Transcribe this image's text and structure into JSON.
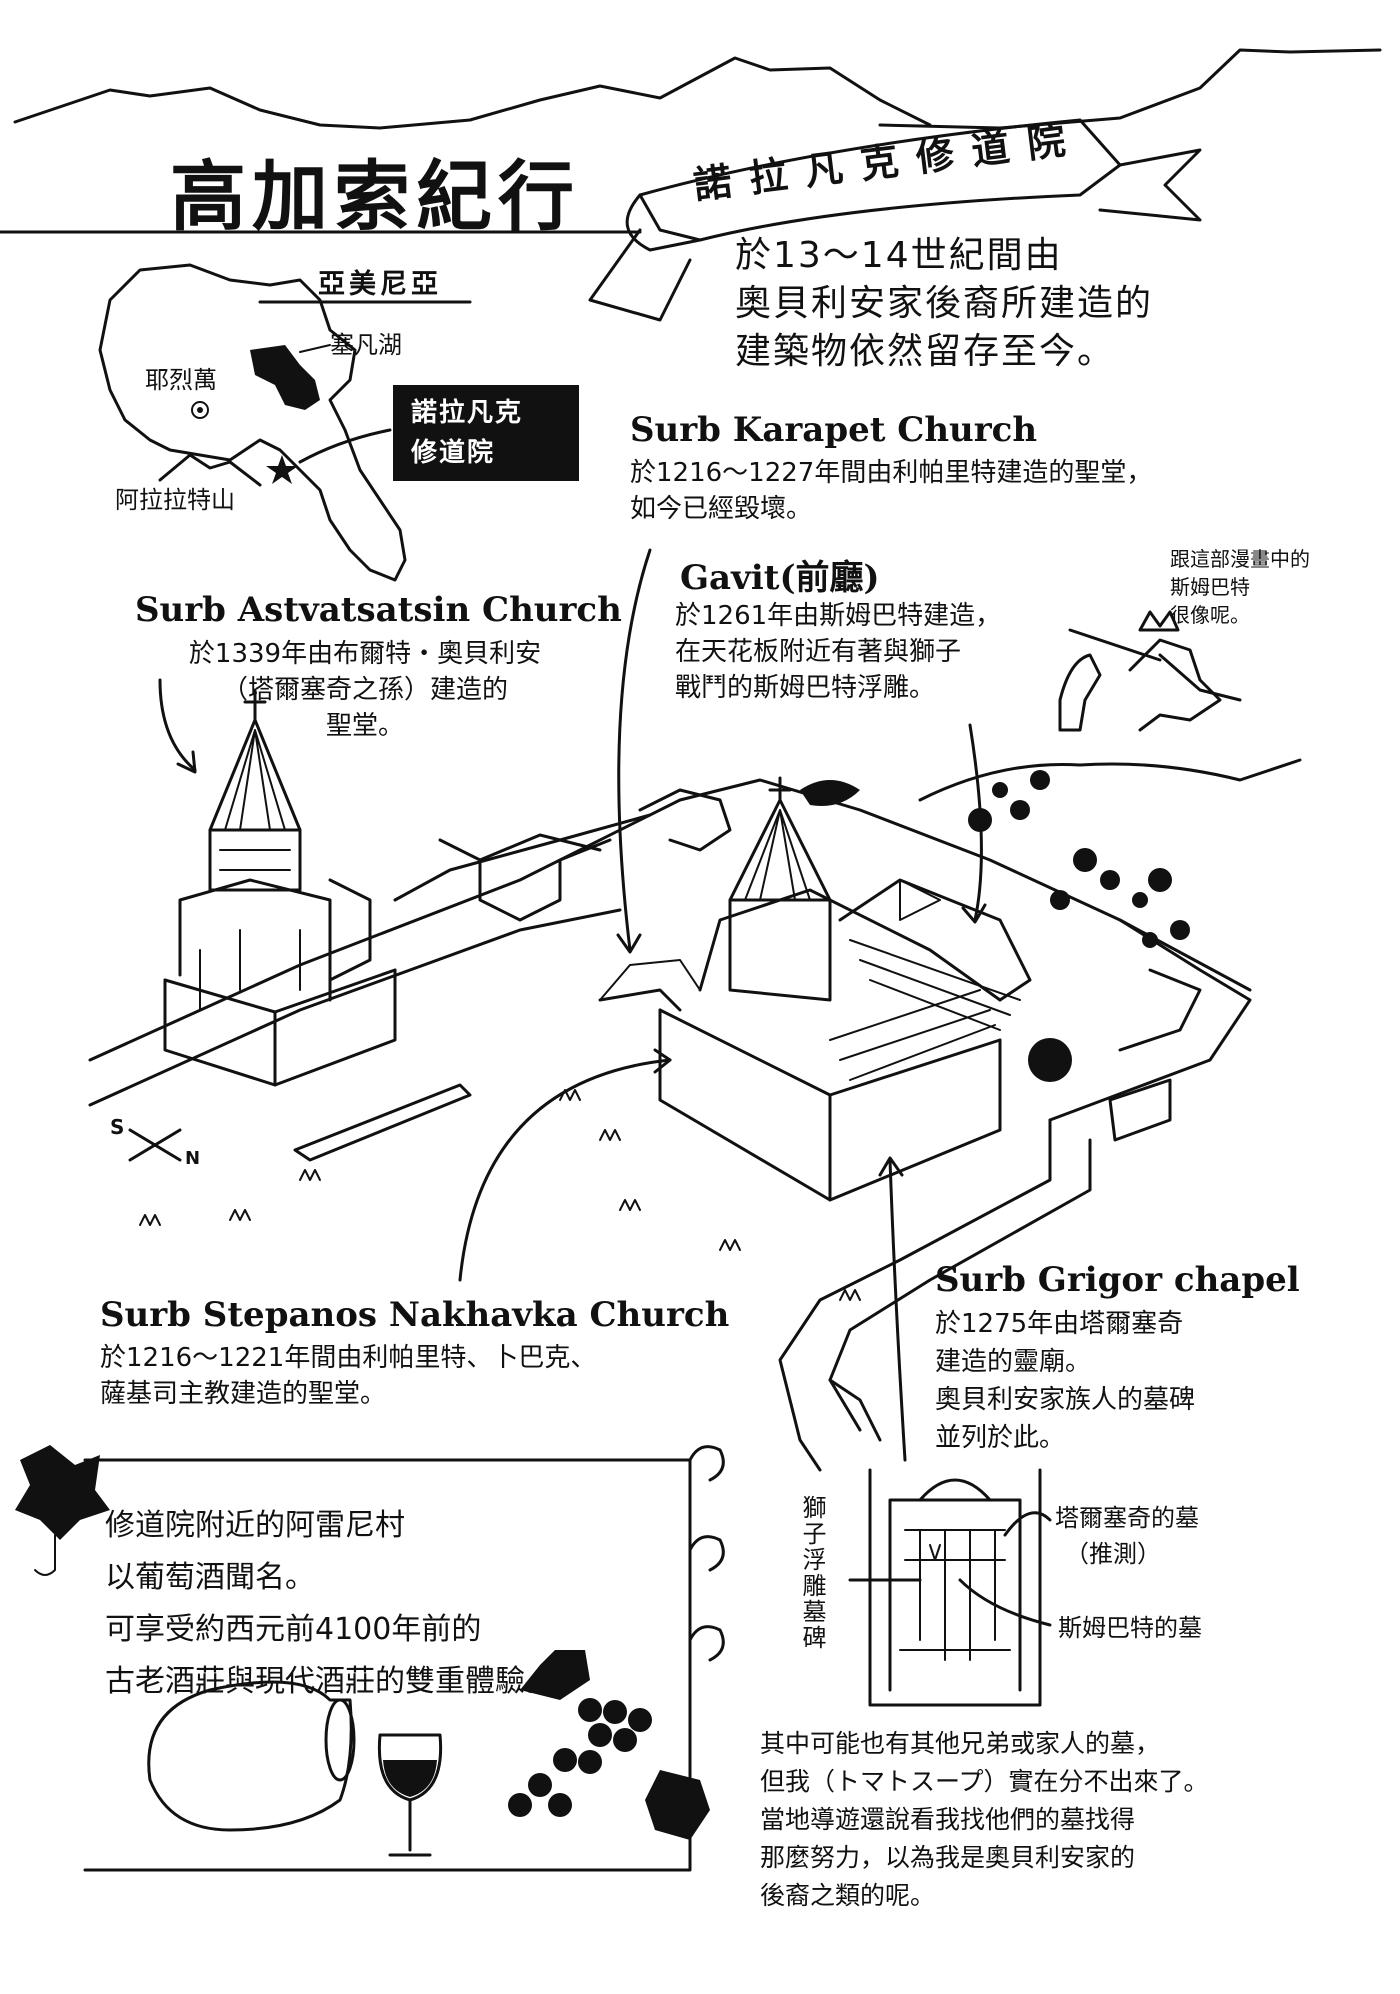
{
  "header": {
    "title": "高加索紀行",
    "banner": "諾拉凡克修道院"
  },
  "intro": {
    "lines": [
      "於13～14世紀間由",
      "奧貝利安家後裔所建造的",
      "建築物依然留存至今。"
    ]
  },
  "map": {
    "country": "亞美尼亞",
    "lake": "塞凡湖",
    "capital": "耶烈萬",
    "mountain": "阿拉拉特山",
    "monastery_label_line1": "諾拉凡克",
    "monastery_label_line2": "修道院",
    "compass_s": "S",
    "compass_n": "N"
  },
  "churches": {
    "karapet": {
      "name": "Surb Karapet Church",
      "desc_line1": "於1216～1227年間由利帕里特建造的聖堂，",
      "desc_line2": "如今已經毀壞。"
    },
    "gavit": {
      "name": "Gavit(前廳)",
      "desc_line1": "於1261年由斯姆巴特建造，",
      "desc_line2": "在天花板附近有著與獅子",
      "desc_line3": "戰鬥的斯姆巴特浮雕。",
      "aside_line1": "跟這部漫畫中的",
      "aside_line2": "斯姆巴特",
      "aside_line3": "很像呢。"
    },
    "astvatsatsin": {
      "name": "Surb Astvatsatsin Church",
      "desc_line1": "於1339年由布爾特・奧貝利安",
      "desc_line2": "（塔爾塞奇之孫）建造的",
      "desc_line3": "聖堂。"
    },
    "stepanos": {
      "name": "Surb Stepanos Nakhavka Church",
      "desc_line1": "於1216～1221年間由利帕里特、卜巴克、",
      "desc_line2": "薩基司主教建造的聖堂。"
    },
    "grigor": {
      "name": "Surb Grigor chapel",
      "desc_line1": "於1275年由塔爾塞奇",
      "desc_line2": "建造的靈廟。",
      "desc_line3": "奧貝利安家族人的墓碑",
      "desc_line4": "並列於此。"
    }
  },
  "tombs": {
    "lion": "獅子浮雕墓碑",
    "tarsaich_line1": "塔爾塞奇的墓",
    "tarsaich_line2": "（推測）",
    "smbat": "斯姆巴特的墓"
  },
  "wine": {
    "lines": [
      "修道院附近的阿雷尼村",
      "以葡萄酒聞名。",
      "可享受約西元前4100年前的",
      "古老酒莊與現代酒莊的雙重體驗。"
    ]
  },
  "ending": {
    "lines": [
      "其中可能也有其他兄弟或家人的墓，",
      "但我（トマトスープ）實在分不出來了。",
      "當地導遊還說看我找他們的墓找得",
      "那麼努力，以為我是奧貝利安家的",
      "後裔之類的呢。"
    ]
  },
  "colors": {
    "ink": "#111111",
    "paper": "#ffffff"
  }
}
